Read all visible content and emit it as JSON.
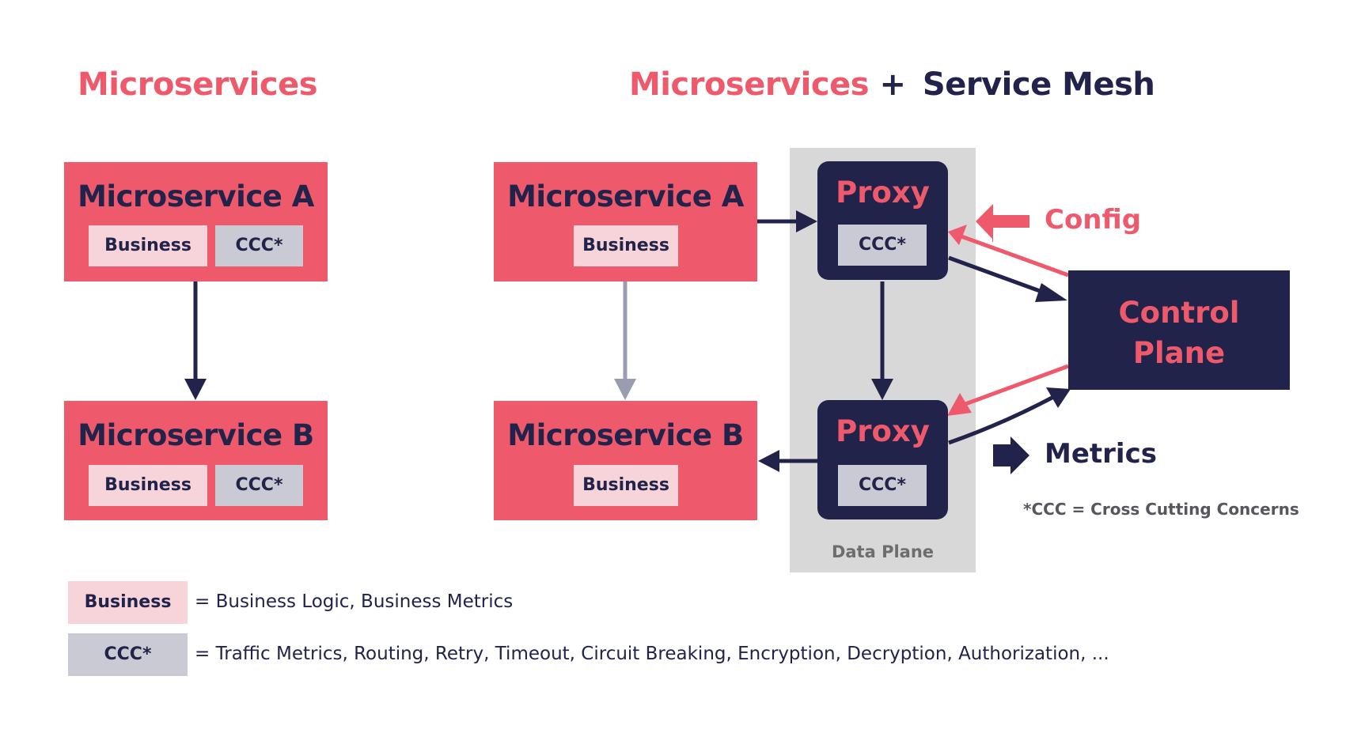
{
  "left": {
    "title": "Microservices",
    "service_a": {
      "name": "Microservice A",
      "business": "Business",
      "ccc": "CCC*"
    },
    "service_b": {
      "name": "Microservice B",
      "business": "Business",
      "ccc": "CCC*"
    }
  },
  "right": {
    "title_part1": "Microservices",
    "title_plus": "+",
    "title_part2": "Service Mesh",
    "service_a": {
      "name": "Microservice A",
      "business": "Business"
    },
    "service_b": {
      "name": "Microservice B",
      "business": "Business"
    },
    "proxy_top": {
      "name": "Proxy",
      "ccc": "CCC*"
    },
    "proxy_bottom": {
      "name": "Proxy",
      "ccc": "CCC*"
    },
    "data_plane_label": "Data Plane",
    "control_plane_line1": "Control",
    "control_plane_line2": "Plane",
    "config_label": "Config",
    "metrics_label": "Metrics",
    "footnote": "*CCC = Cross Cutting Concerns"
  },
  "legend": {
    "business_chip": "Business",
    "business_desc": "= Business Logic, Business Metrics",
    "ccc_chip": "CCC*",
    "ccc_desc": "= Traffic Metrics, Routing, Retry, Timeout, Circuit Breaking, Encryption, Decryption, Authorization, ..."
  },
  "colors": {
    "pink": "#ee5a6c",
    "navy": "#22234a",
    "light_pink": "#f7d4da",
    "light_gray": "#c9cad3",
    "data_plane_gray": "#d8d8d8",
    "muted_arrow": "#9a9cb0"
  },
  "icons": {
    "config": "arrow-left-icon",
    "metrics": "arrow-right-icon"
  }
}
